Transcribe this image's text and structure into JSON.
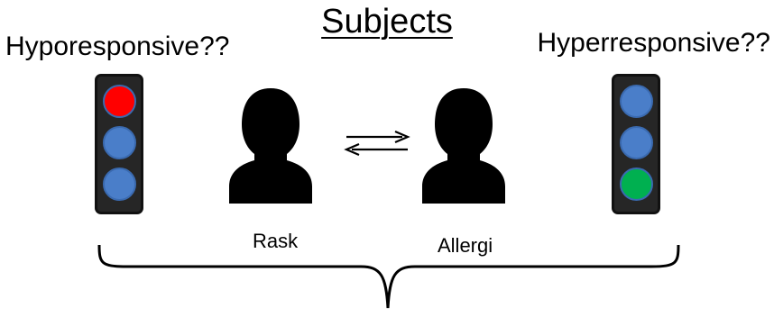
{
  "title": "Subjects",
  "left_label": "Hyporesponsive??",
  "right_label": "Hyperresponsive??",
  "persons": [
    {
      "name": "Rask"
    },
    {
      "name": "Allergi"
    }
  ],
  "traffic_lights": {
    "left": {
      "lamps": [
        "red",
        "blue",
        "blue"
      ]
    },
    "right": {
      "lamps": [
        "blue",
        "blue",
        "green"
      ]
    }
  },
  "colors": {
    "red": "#ff0000",
    "blue": "#4a7ec9",
    "green": "#00b050",
    "housing": "#262626",
    "silhouette": "#000000"
  }
}
